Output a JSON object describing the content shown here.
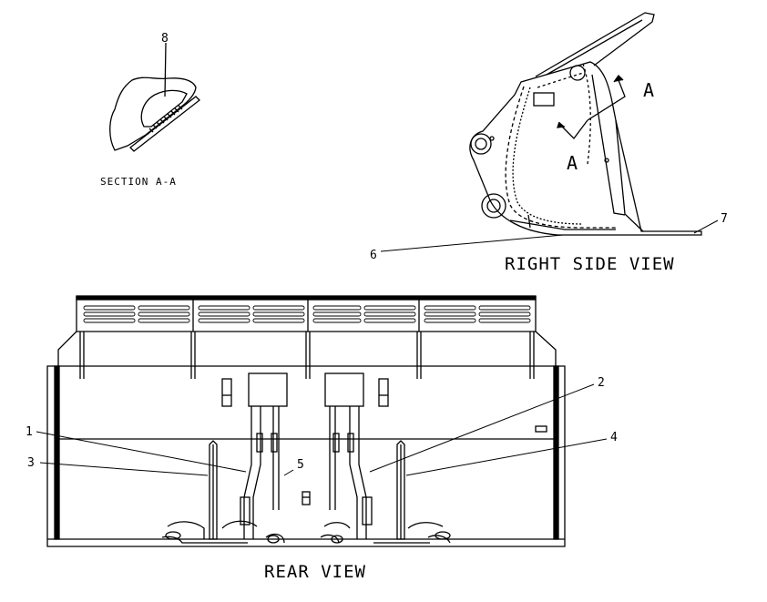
{
  "views": {
    "section": {
      "caption": "SECTION A-A",
      "callout": "8"
    },
    "right_side": {
      "caption": "RIGHT SIDE VIEW",
      "section_mark": "A",
      "callouts": [
        "6",
        "7"
      ]
    },
    "rear": {
      "caption": "REAR VIEW",
      "callouts": [
        "1",
        "2",
        "3",
        "4",
        "5"
      ]
    }
  },
  "colors": {
    "line": "#000000",
    "background": "#ffffff"
  }
}
